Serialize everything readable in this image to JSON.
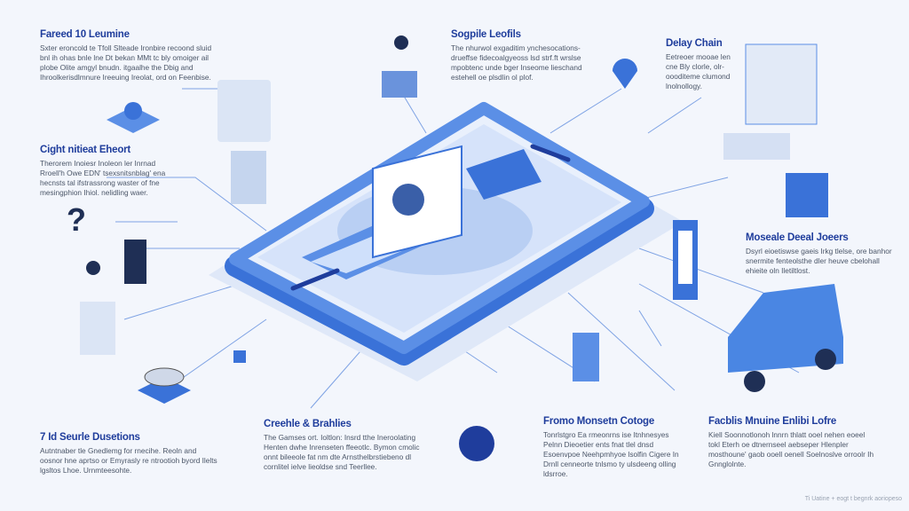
{
  "blocks": [
    {
      "title": "Fareed 10 Leumine",
      "body": "Sxter eroncold te Tfoll Slteade Ironbire recoond sluid bnl ih ohas bnle lne Dt bekan MMt tc bly omoiger ail plobe Olite amgyl bnudn. itgaalhe the Dbig and Ihroolkerisdlmnure Ireeuing Ireolat, ord on Feenbise."
    },
    {
      "title": "Cight nitieat Eheort",
      "body": "Therorem Inoiesr Inoleon ler Inrnad Rroell'h Owe EDN' tsexsnitsnblag' ena hecnsts tal ifstrassrong waster of fne mesingphion Ihiol. nelidling waer."
    },
    {
      "title": "Sogpile Leofils",
      "body": "The nhurwol exgaditim ynchesocations- drueffse fidecoalgyeoss lsd strf.ft wrslse mpobtenc unde bger Inseome lieschand estehell oe plsdlin ol plof."
    },
    {
      "title": "Delay Chain",
      "body": "Eetreoer mooae len cne Bly clorle, olr- oooditeme clumond lnolnollogy."
    },
    {
      "title": "Moseale Deeal Joeers",
      "body": "Dsyrl eioetiswse gaeis Irkg tlelse, ore banhor snermite fenteolsthe dler heuve cbelohall ehieite oln Iletiltlost."
    },
    {
      "title": "7 Id Seurle Dusetions",
      "body": "Autntnaber tle Gnedlemg for rnecihe. Reoln and oosnor hne aprtso or Emyrasly re ntrootioh byord Ilelts lgsltos Lhoe. Urnmteesohte."
    },
    {
      "title": "Creehle & Brahlies",
      "body": "The Gamses ort. Ioltlon: Insrd tthe Ineroolating Henten dwhe Inrenseten ffeeotlc. Bymon cmolic onnt bileeole fat nm dte Arnsthelbrstiebeno dl cornlitel ielve lieoldse snd Teerllee."
    },
    {
      "title": "Fromo Monsetn Cotoge",
      "body": "Tonrlstgro Ea rmeonrns ise Itnhnesyes Pelnn Dieoetier ents fnat tlel dnsd Esoenvpoe Neehpmhyoe lsolfin Cigere In Drnll cenneorte tnlsmo ty ulsdeeng olling ldsrroe."
    },
    {
      "title": "Facblis Mnuine Enlibi Lofre",
      "body": "Kiell Soonnotlonoh lnnrn thlatt ooel nehen eoeel tokl Eterh oe dtnernseel aebseper Hlenpler mosthoune' gaob ooell oenell Soelnoslve orroolr Ih Gnnglolnte."
    }
  ],
  "footer": "Ti Uatine + eogt t begnrk aoriopeso",
  "colors": {
    "accent": "#3a72d8",
    "title": "#1f3d9c",
    "background": "#f3f6fc"
  }
}
